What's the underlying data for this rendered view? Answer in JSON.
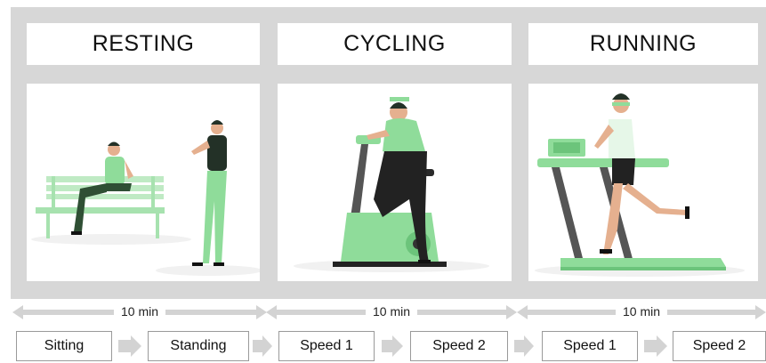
{
  "stages": [
    {
      "title": "RESTING",
      "duration": "10 min",
      "steps": [
        "Sitting",
        "Standing"
      ]
    },
    {
      "title": "CYCLING",
      "duration": "10 min",
      "steps": [
        "Speed 1",
        "Speed 2"
      ]
    },
    {
      "title": "RUNNING",
      "duration": "10 min",
      "steps": [
        "Speed 1",
        "Speed 2"
      ]
    }
  ],
  "colors": {
    "panel": "#d7d7d7",
    "accent_green": "#8fdc9a",
    "dark_green": "#2f4f34",
    "arrow_gray": "#d3d3d3"
  }
}
